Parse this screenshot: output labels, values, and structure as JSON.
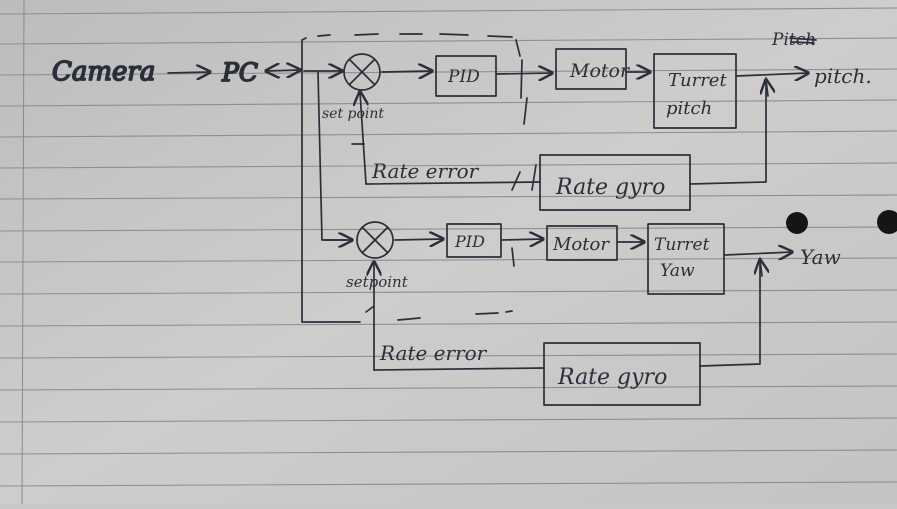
{
  "diagram": {
    "source": "Camera",
    "controller_host": "PC",
    "output_top_struck": "Pitch",
    "pitch_loop": {
      "setpoint_label": "set point",
      "pid_label": "PID",
      "motor_label": "Motor",
      "plant_line1": "Turret",
      "plant_line2": "pitch",
      "output_label": "pitch.",
      "feedback_label": "Rate error",
      "sensor_label": "Rate gyro"
    },
    "yaw_loop": {
      "setpoint_label": "setpoint",
      "pid_label": "PID",
      "motor_label": "Motor",
      "plant_line1": "Turret",
      "plant_line2": "Yaw",
      "output_label": "Yaw",
      "feedback_label": "Rate error",
      "sensor_label": "Rate gyro"
    }
  },
  "colors": {
    "ink": "#2b2f3a",
    "paper": "#c9c7c6",
    "rule_line": "#8f8e92",
    "margin_line": "#8a8890"
  }
}
